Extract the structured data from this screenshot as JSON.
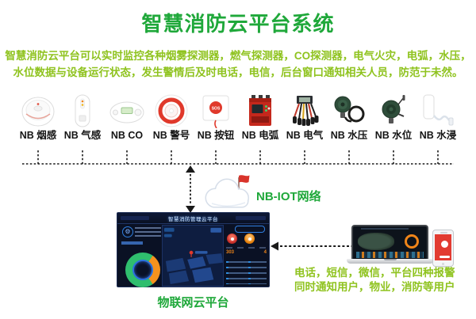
{
  "header": {
    "title": "智慧消防云平台系统",
    "description_line1": "智慧消防云平台可以实时监控各种烟雾探测器，燃气探测器，CO探测器，电气火灾，电弧，水压，",
    "description_line2": "水位数据与设备运行状态，发生警情后及时电话，电信，后台窗口通知相关人员，防范于未然。"
  },
  "devices": {
    "items": [
      {
        "label": "NB 烟感",
        "icon": "smoke-detector-icon"
      },
      {
        "label": "NB 气感",
        "icon": "gas-detector-icon"
      },
      {
        "label": "NB CO",
        "icon": "co-detector-icon"
      },
      {
        "label": "NB 警号",
        "icon": "siren-icon"
      },
      {
        "label": "NB 按钮",
        "icon": "sos-button-icon"
      },
      {
        "label": "NB 电弧",
        "icon": "arc-fault-module-icon"
      },
      {
        "label": "NB 电气",
        "icon": "electrical-sensor-icon"
      },
      {
        "label": "NB 水压",
        "icon": "water-pressure-gauge-icon"
      },
      {
        "label": "NB 水位",
        "icon": "water-level-gauge-icon"
      },
      {
        "label": "NB 水浸",
        "icon": "water-leak-sensor-icon"
      }
    ]
  },
  "network": {
    "label": "NB-IOT网络"
  },
  "dashboard": {
    "title": "智慧消防管理云平台",
    "caption": "物联网云平台",
    "alarm_count": "303",
    "pending_count": "4"
  },
  "notify": {
    "line1": "电话，短信，微信，平台四种报警",
    "line2": "同时通知用户，物业，消防等用户"
  },
  "colors": {
    "title_green": "#1fa83a",
    "body_lime": "#8fc31f",
    "label_black": "#141414",
    "donut_green": "#2fbe6e",
    "donut_orange": "#f6921e",
    "alert_red": "#c9302c",
    "alert_orange": "#e8820c",
    "phone_screen_red": "#e23b31",
    "dashboard_bg": "#0a1124"
  }
}
